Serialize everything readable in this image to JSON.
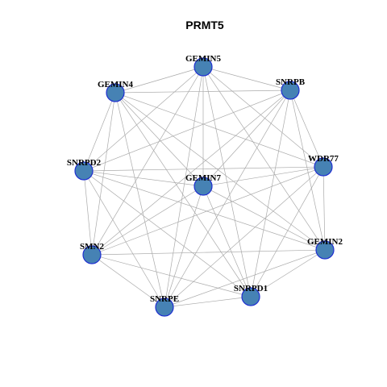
{
  "title": "PRMT5",
  "colors": {
    "node_fill": "#4682b4",
    "node_stroke": "#1f2fd1",
    "edge": "#aaaaaa",
    "label": "#000000",
    "background": "#ffffff"
  },
  "nodes": [
    {
      "id": "GEMIN5",
      "label": "GEMIN5"
    },
    {
      "id": "SNRPB",
      "label": "SNRPB"
    },
    {
      "id": "GEMIN4",
      "label": "GEMIN4"
    },
    {
      "id": "WDR77",
      "label": "WDR77"
    },
    {
      "id": "SNRPD2",
      "label": "SNRPD2"
    },
    {
      "id": "GEMIN7",
      "label": "GEMIN7"
    },
    {
      "id": "GEMIN2",
      "label": "GEMIN2"
    },
    {
      "id": "SMN2",
      "label": "SMN2"
    },
    {
      "id": "SNRPD1",
      "label": "SNRPD1"
    },
    {
      "id": "SNRPE",
      "label": "SNRPE"
    }
  ],
  "edges": [
    [
      "GEMIN5",
      "SNRPB"
    ],
    [
      "GEMIN5",
      "GEMIN4"
    ],
    [
      "GEMIN5",
      "WDR77"
    ],
    [
      "GEMIN5",
      "SNRPD2"
    ],
    [
      "GEMIN5",
      "GEMIN7"
    ],
    [
      "GEMIN5",
      "GEMIN2"
    ],
    [
      "GEMIN5",
      "SMN2"
    ],
    [
      "GEMIN5",
      "SNRPD1"
    ],
    [
      "GEMIN5",
      "SNRPE"
    ],
    [
      "SNRPB",
      "GEMIN4"
    ],
    [
      "SNRPB",
      "WDR77"
    ],
    [
      "SNRPB",
      "SNRPD2"
    ],
    [
      "SNRPB",
      "GEMIN7"
    ],
    [
      "SNRPB",
      "GEMIN2"
    ],
    [
      "SNRPB",
      "SMN2"
    ],
    [
      "SNRPB",
      "SNRPD1"
    ],
    [
      "SNRPB",
      "SNRPE"
    ],
    [
      "GEMIN4",
      "WDR77"
    ],
    [
      "GEMIN4",
      "SNRPD2"
    ],
    [
      "GEMIN4",
      "GEMIN7"
    ],
    [
      "GEMIN4",
      "GEMIN2"
    ],
    [
      "GEMIN4",
      "SMN2"
    ],
    [
      "GEMIN4",
      "SNRPD1"
    ],
    [
      "GEMIN4",
      "SNRPE"
    ],
    [
      "WDR77",
      "SNRPD2"
    ],
    [
      "WDR77",
      "GEMIN7"
    ],
    [
      "WDR77",
      "GEMIN2"
    ],
    [
      "WDR77",
      "SMN2"
    ],
    [
      "WDR77",
      "SNRPD1"
    ],
    [
      "WDR77",
      "SNRPE"
    ],
    [
      "SNRPD2",
      "GEMIN7"
    ],
    [
      "SNRPD2",
      "GEMIN2"
    ],
    [
      "SNRPD2",
      "SMN2"
    ],
    [
      "SNRPD2",
      "SNRPD1"
    ],
    [
      "SNRPD2",
      "SNRPE"
    ],
    [
      "GEMIN7",
      "GEMIN2"
    ],
    [
      "GEMIN7",
      "SMN2"
    ],
    [
      "GEMIN7",
      "SNRPD1"
    ],
    [
      "GEMIN7",
      "SNRPE"
    ],
    [
      "GEMIN2",
      "SMN2"
    ],
    [
      "GEMIN2",
      "SNRPD1"
    ],
    [
      "GEMIN2",
      "SNRPE"
    ],
    [
      "SMN2",
      "SNRPD1"
    ],
    [
      "SMN2",
      "SNRPE"
    ],
    [
      "SNRPD1",
      "SNRPE"
    ]
  ]
}
